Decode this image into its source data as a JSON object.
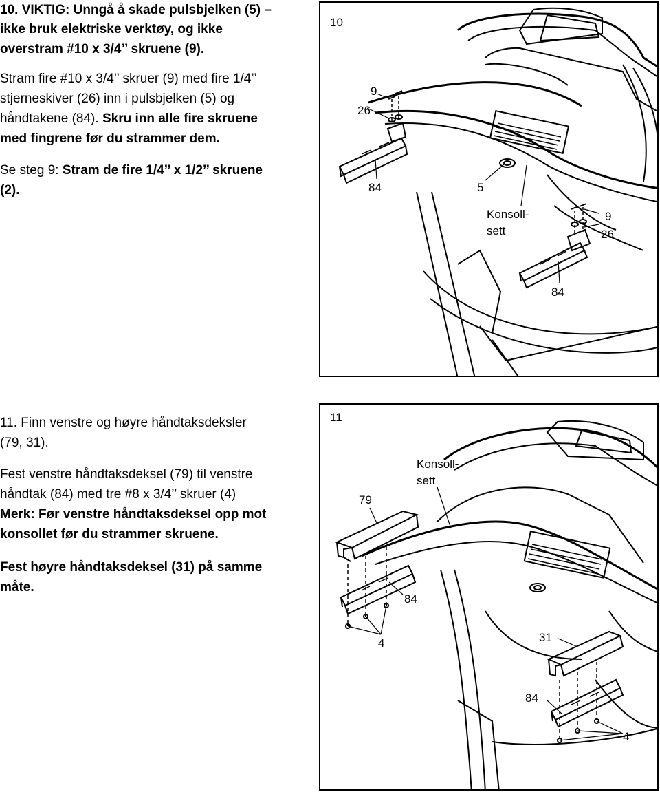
{
  "step10": {
    "heading_a": "10. VIKTIG: Unngå å skade pulsbjelken (5) –",
    "heading_b": "ikke bruk elektriske verktøy, og ikke",
    "heading_c": "overstram #10 x 3/4’’ skruene (9).",
    "p1_l1": "Stram fire #10 x 3/4’’ skruer (9) med fire 1/4’’",
    "p1_l2": "stjerneskiver (26) inn i pulsbjelken (5) og",
    "p1_l3a": "håndtakene (84). ",
    "p1_l3b": "Skru inn alle fire skruene",
    "p1_l4": "med fingrene før du strammer dem.",
    "p2_l1a": "Se steg 9: ",
    "p2_l1b": "Stram de fire 1/4’’ x 1/2’’ skruene",
    "p2_l2": "(2).",
    "figure": {
      "number": "10",
      "labels": {
        "screw": "9",
        "washer": "26",
        "handle_left": "84",
        "pulse_bar": "5",
        "console_l1": "Konsoll-",
        "console_l2": "sett",
        "screw_right": "9",
        "washer_right": "26",
        "handle_right": "84"
      }
    }
  },
  "step11": {
    "heading_l1": "11. Finn venstre og høyre håndtaksdeksler",
    "heading_l2": "(79, 31).",
    "p1_l1": "Fest venstre håndtaksdeksel (79) til venstre",
    "p1_l2": "håndtak (84) med tre #8 x 3/4’’ skruer (4)",
    "p1_l3": "Merk: Før venstre håndtaksdeksel opp mot",
    "p1_l4": "konsollet før du strammer skruene.",
    "p2_l1": "Fest høyre håndtaksdeksel (31) på samme",
    "p2_l2": "måte.",
    "figure": {
      "number": "11",
      "labels": {
        "console_l1": "Konsoll-",
        "console_l2": "sett",
        "left_cover": "79",
        "left_handle": "84",
        "left_screws": "4",
        "right_cover": "31",
        "right_handle": "84",
        "right_screws": "4"
      }
    }
  }
}
